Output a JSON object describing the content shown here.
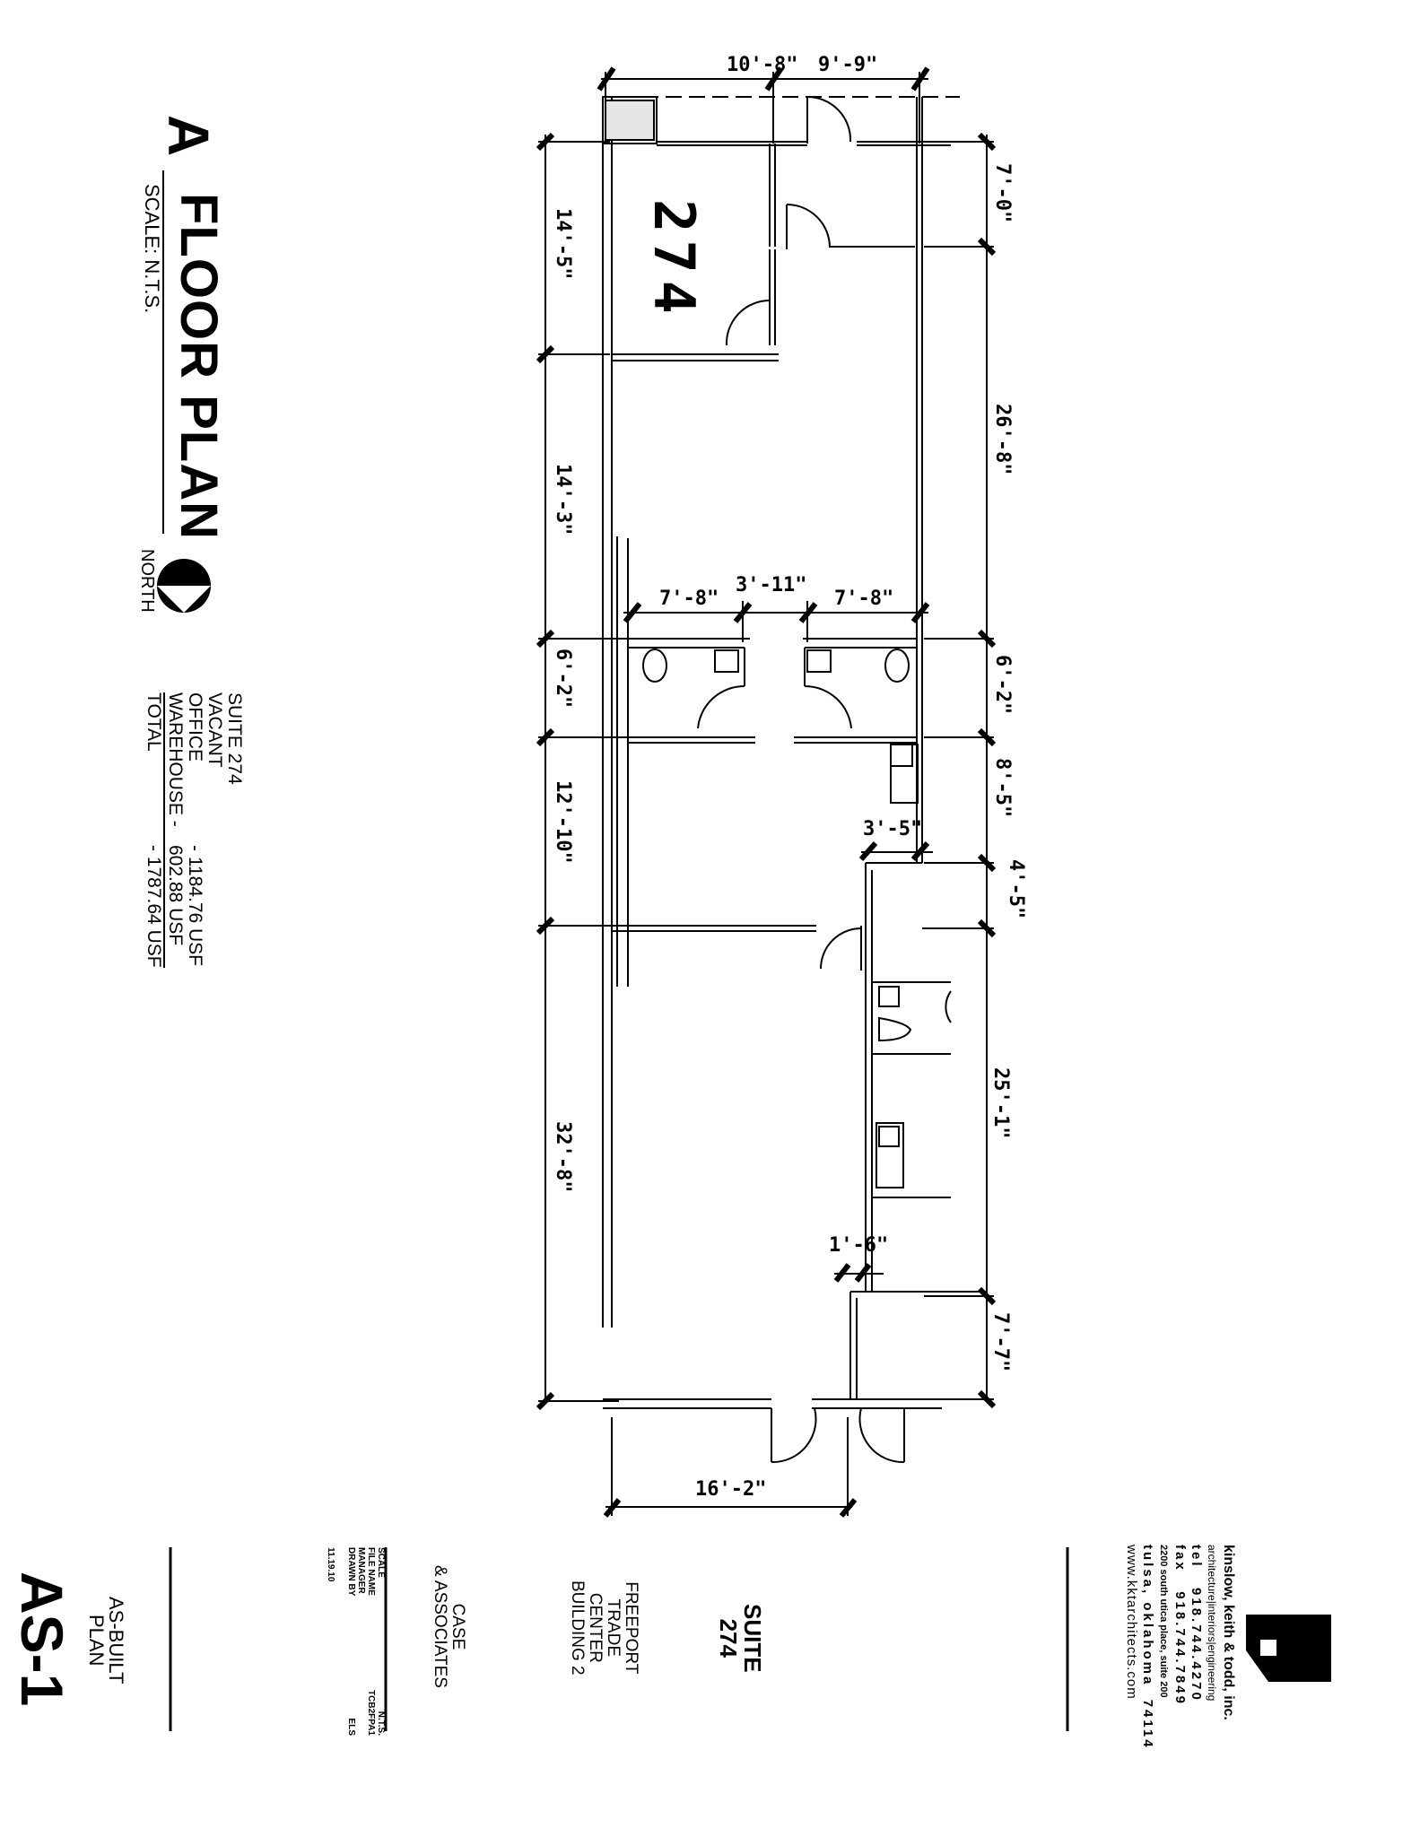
{
  "drawing": {
    "view_letter": "A",
    "view_title": "FLOOR PLAN",
    "scale_label": "SCALE: N.T.S.",
    "north_label": "NORTH",
    "room_number": "274"
  },
  "area_summary": {
    "suite": "SUITE 274",
    "status": "VACANT",
    "rows": [
      {
        "label": "OFFICE",
        "value": "- 1184.76 USF"
      },
      {
        "label": "WAREHOUSE -",
        "value": "602.88 USF"
      }
    ],
    "total": {
      "label": "TOTAL",
      "value": "- 1787.64 USF"
    }
  },
  "dimensions": {
    "top": [
      "10'-8\"",
      "9'-9\""
    ],
    "left": [
      "14'-5\"",
      "14'-3\"",
      "6'-2\"",
      "12'-10\"",
      "32'-8\""
    ],
    "right": [
      "7'-0\"",
      "26'-8\"",
      "6'-2\"",
      "8'-5\"",
      "4'-5\"",
      "25'-1\"",
      "7'-7\""
    ],
    "restroom": [
      "7'-8\"",
      "3'-11\"",
      "7'-8\""
    ],
    "interior": [
      "3'-5\"",
      "1'-6\""
    ],
    "bottom": [
      "16'-2\""
    ]
  },
  "title_block": {
    "sheet_number": "AS-1",
    "sheet_title": [
      "AS-BUILT",
      "PLAN"
    ],
    "meta": [
      {
        "label": "SCALE",
        "value": "N.T.S."
      },
      {
        "label": "FILE NAME",
        "value": "TCB2FPA1"
      },
      {
        "label": "MANAGER",
        "value": ""
      },
      {
        "label": "DRAWN BY",
        "value": "ELS"
      }
    ],
    "date": "11.19.10",
    "client": [
      "CASE",
      "& ASSOCIATES"
    ],
    "project": [
      "FREEPORT",
      "TRADE",
      "CENTER",
      "BUILDING 2"
    ],
    "suite": [
      "SUITE",
      "274"
    ]
  },
  "firm": {
    "name": "kinslow, keith & todd, inc.",
    "disciplines": "architecture|interiors|engineering",
    "tel_label": "tel",
    "tel": "918.744.4270",
    "fax_label": "fax",
    "fax": "918.744.7849",
    "address": "2200 south utica place, suite 200",
    "city": "tulsa, oklahoma",
    "zip": "74114",
    "website": "www.kktarchitects.com"
  }
}
